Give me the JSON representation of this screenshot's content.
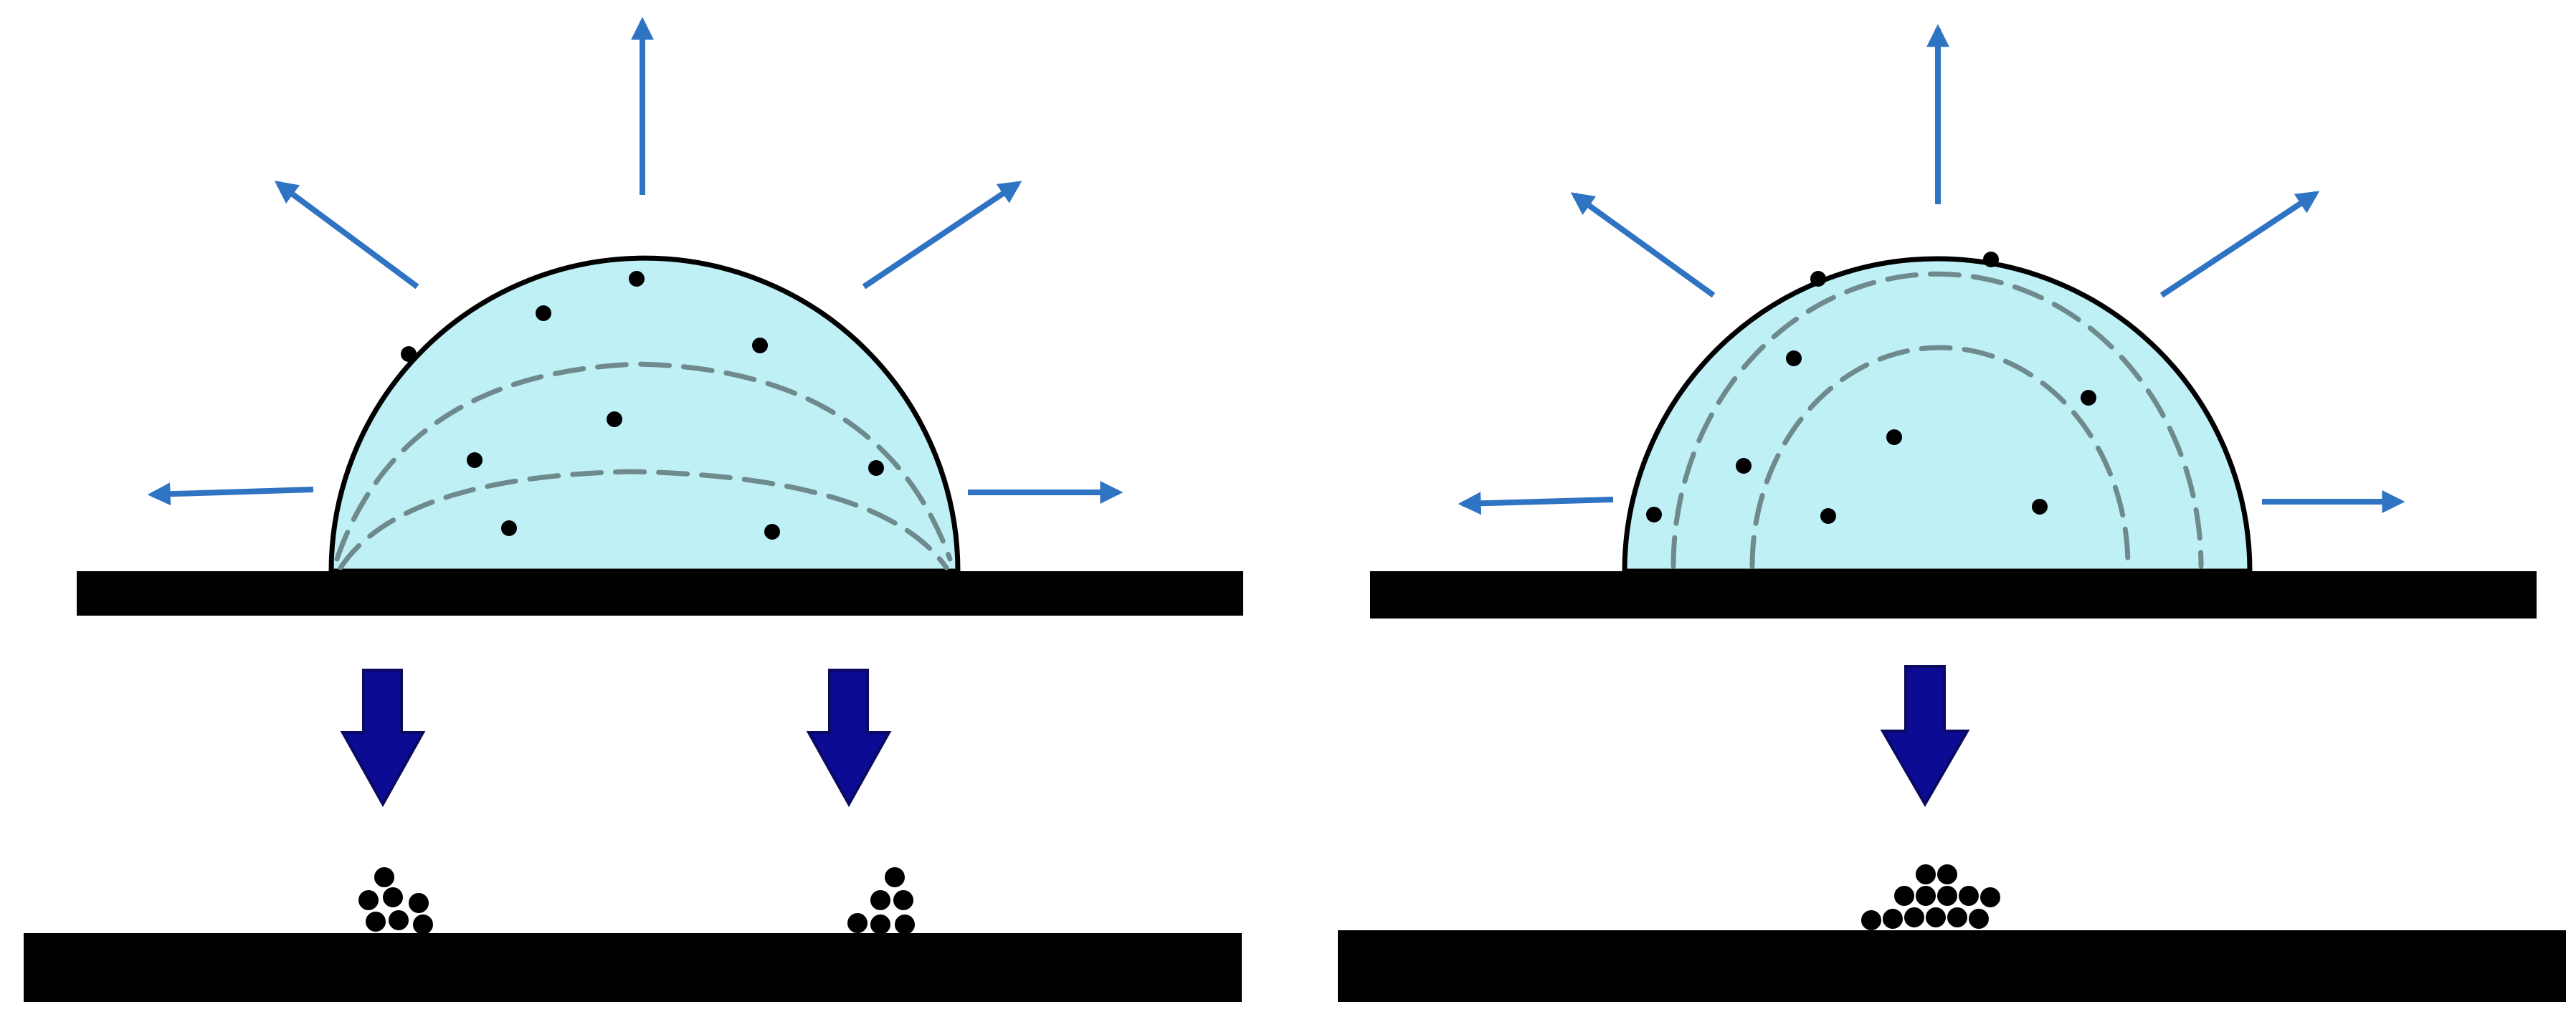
{
  "colors": {
    "background": "#ffffff",
    "droplet_fill": "#bff0f6",
    "droplet_outline": "#000000",
    "inner_dashed_lines": "#6e8a8c",
    "evaporation_arrows": "#2f73c3",
    "settling_arrows": "#0b0b94",
    "substrate": "#000000",
    "particles": "#000000"
  },
  "panels": [
    {
      "id": "left",
      "inner_dashed_lines": 2,
      "evaporation_arrows": 5,
      "settling_arrows": 2,
      "deposit_clusters": 2
    },
    {
      "id": "right",
      "inner_dashed_lines": 2,
      "evaporation_arrows": 5,
      "settling_arrows": 1,
      "deposit_clusters": 1
    }
  ]
}
